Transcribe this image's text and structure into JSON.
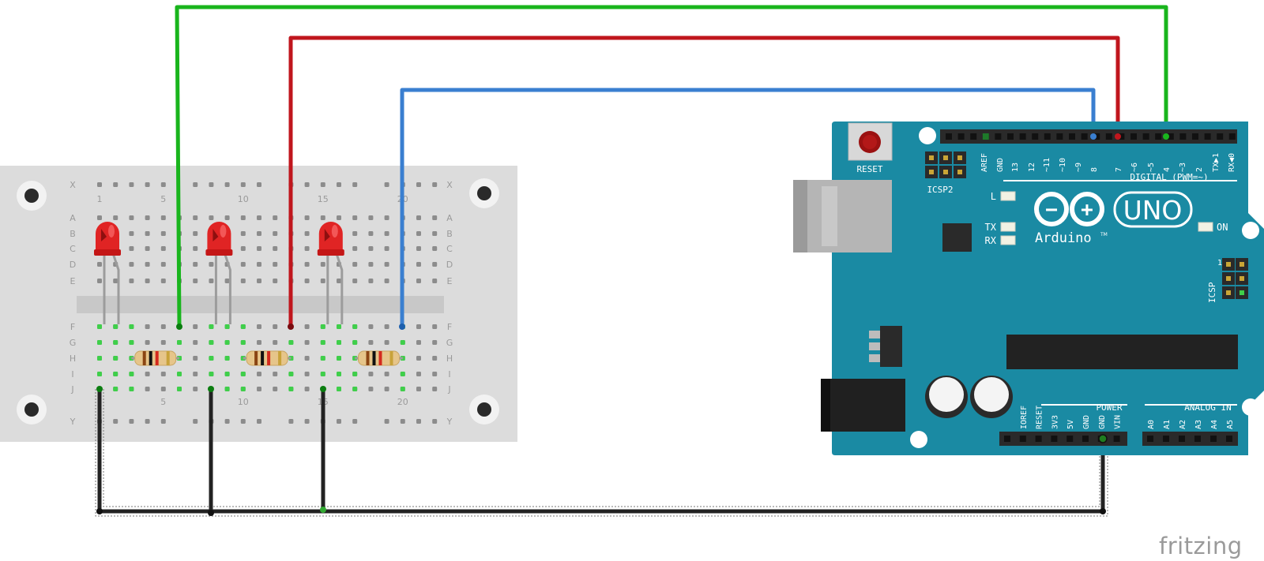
{
  "breadboard": {
    "rows_top": [
      "A",
      "B",
      "C",
      "D",
      "E"
    ],
    "rows_bottom": [
      "F",
      "G",
      "H",
      "I",
      "J"
    ],
    "rail_letters": [
      "X",
      "Y"
    ],
    "column_numbers": [
      "1",
      "5",
      "10",
      "15",
      "20"
    ],
    "column_count": 22
  },
  "parts": {
    "leds": [
      {
        "color": "red",
        "column": 1
      },
      {
        "color": "red",
        "column": 8
      },
      {
        "color": "red",
        "column": 15
      }
    ],
    "resistors": [
      {
        "from_column": 3,
        "to_column": 6
      },
      {
        "from_column": 10,
        "to_column": 13
      },
      {
        "from_column": 17,
        "to_column": 20
      }
    ]
  },
  "wires": [
    {
      "color": "#19b51d",
      "from": "breadboard F6",
      "to": "Arduino pin 4"
    },
    {
      "color": "#c0161d",
      "from": "breadboard F13",
      "to": "Arduino pin 7"
    },
    {
      "color": "#3a7fd0",
      "from": "breadboard F20",
      "to": "Arduino pin 8"
    },
    {
      "color": "#222222",
      "from": "breadboard J1, J8, J15",
      "to": "Arduino GND"
    }
  ],
  "arduino": {
    "board_color": "#1a8aa3",
    "reset_label": "RESET",
    "icsp2_label": "ICSP2",
    "icsp_label": "ICSP",
    "icsp_pin1": "1",
    "digital_label": "DIGITAL (PWM=~)",
    "digital_pins": [
      "AREF",
      "GND",
      "13",
      "12",
      "~11",
      "~10",
      "~9",
      "8",
      "7",
      "~6",
      "~5",
      "4",
      "~3",
      "2",
      "TX▶1",
      "RX◀0"
    ],
    "led_labels": [
      "L",
      "TX",
      "RX"
    ],
    "on_label": "ON",
    "logo_minus": "−",
    "logo_plus": "+",
    "model": "UNO",
    "brand": "Arduino",
    "trademark": "TM",
    "power_label": "POWER",
    "power_pins": [
      "IOREF",
      "RESET",
      "3V3",
      "5V",
      "GND",
      "GND",
      "VIN"
    ],
    "analog_label": "ANALOG IN",
    "analog_pins": [
      "A0",
      "A1",
      "A2",
      "A3",
      "A4",
      "A5"
    ]
  },
  "watermark": "fritzing"
}
